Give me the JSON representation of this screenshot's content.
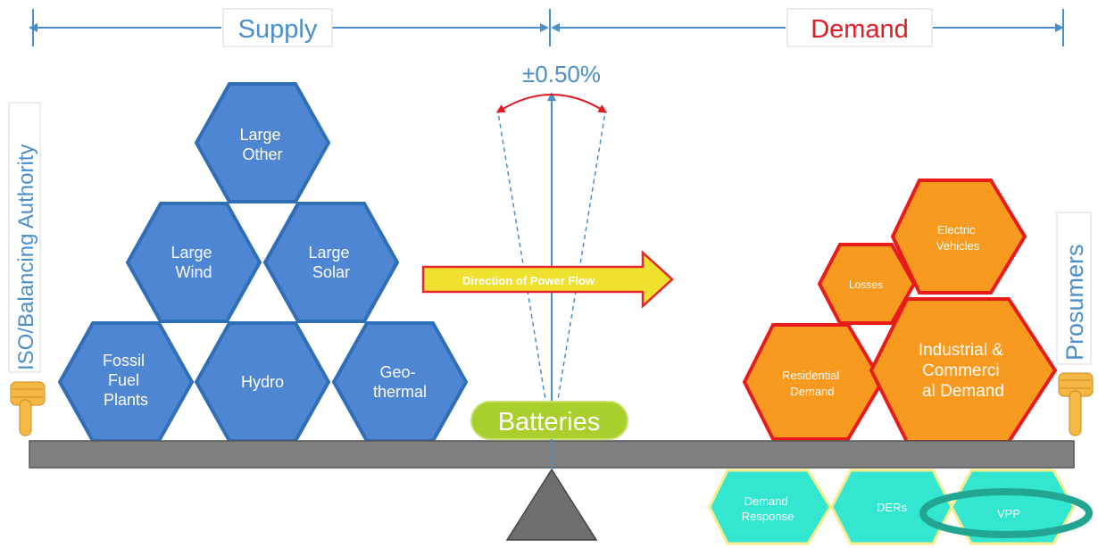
{
  "header": {
    "supply_label": "Supply",
    "demand_label": "Demand"
  },
  "tolerance": {
    "label": "±0.50%"
  },
  "side_labels": {
    "left": "ISO/Balancing Authority",
    "right": "Prosumers"
  },
  "supply_sources": [
    {
      "lines": [
        "Large",
        "Other"
      ]
    },
    {
      "lines": [
        "Large",
        "Wind"
      ]
    },
    {
      "lines": [
        "Large",
        "Solar"
      ]
    },
    {
      "lines": [
        "Fossil",
        "Fuel",
        "Plants"
      ]
    },
    {
      "lines": [
        "Hydro"
      ]
    },
    {
      "lines": [
        "Geo-",
        "thermal"
      ]
    }
  ],
  "flow_arrow": {
    "label": "Direction of Power Flow"
  },
  "batteries": {
    "label": "Batteries"
  },
  "demand_loads": [
    {
      "lines": [
        "Electric",
        "Vehicles"
      ]
    },
    {
      "lines": [
        "Losses"
      ]
    },
    {
      "lines": [
        "Residential",
        "Demand"
      ]
    },
    {
      "lines": [
        "Industrial &",
        "Commerci",
        "al Demand"
      ]
    }
  ],
  "prosumer_resources": [
    {
      "lines": [
        "Demand",
        "Response"
      ]
    },
    {
      "lines": [
        "DERs"
      ]
    },
    {
      "lines": [
        "VPP"
      ]
    }
  ],
  "colors": {
    "supply_fill": "#4f86d4",
    "supply_border": "#2f6fb8",
    "supply_text": "#4a8fc9",
    "demand_fill": "#f79a1f",
    "demand_border": "#e81a1a",
    "demand_text": "#e01b24",
    "prosumer_fill": "#33e6d0",
    "prosumer_border": "#f3ec8a",
    "beam": "#808080",
    "batteries_fill": "#a8cf2c",
    "flow_fill": "#f0e030",
    "flow_border": "#e8262a",
    "vpp_ring": "#22a693",
    "hand": "#f5b844"
  }
}
